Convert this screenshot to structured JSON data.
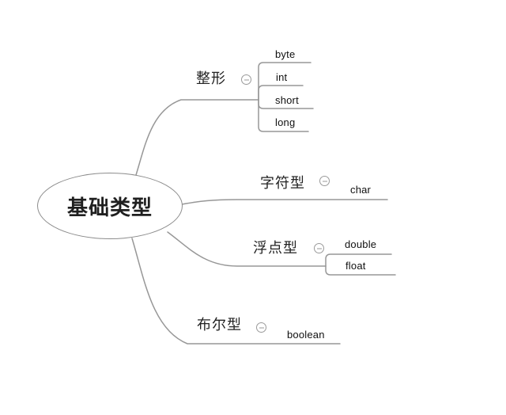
{
  "canvas": {
    "background": "#ffffff"
  },
  "palette": {
    "line": "#979797",
    "root_border": "#8c8c8c",
    "root_text": "#1f1f1f",
    "branch_text": "#222222",
    "child_text": "#101010",
    "icon": "#9a9a9a"
  },
  "root": {
    "label": "基础类型"
  },
  "branches": [
    {
      "label": "整形",
      "collapse_icon": "minus-circle-icon",
      "children": [
        {
          "label": "byte"
        },
        {
          "label": "int"
        },
        {
          "label": "short"
        },
        {
          "label": "long"
        }
      ]
    },
    {
      "label": "字符型",
      "collapse_icon": "minus-circle-icon",
      "children": [
        {
          "label": "char"
        }
      ]
    },
    {
      "label": "浮点型",
      "collapse_icon": "minus-circle-icon",
      "children": [
        {
          "label": "double"
        },
        {
          "label": "float"
        }
      ]
    },
    {
      "label": "布尔型",
      "collapse_icon": "minus-circle-icon",
      "children": [
        {
          "label": "boolean"
        }
      ]
    }
  ]
}
